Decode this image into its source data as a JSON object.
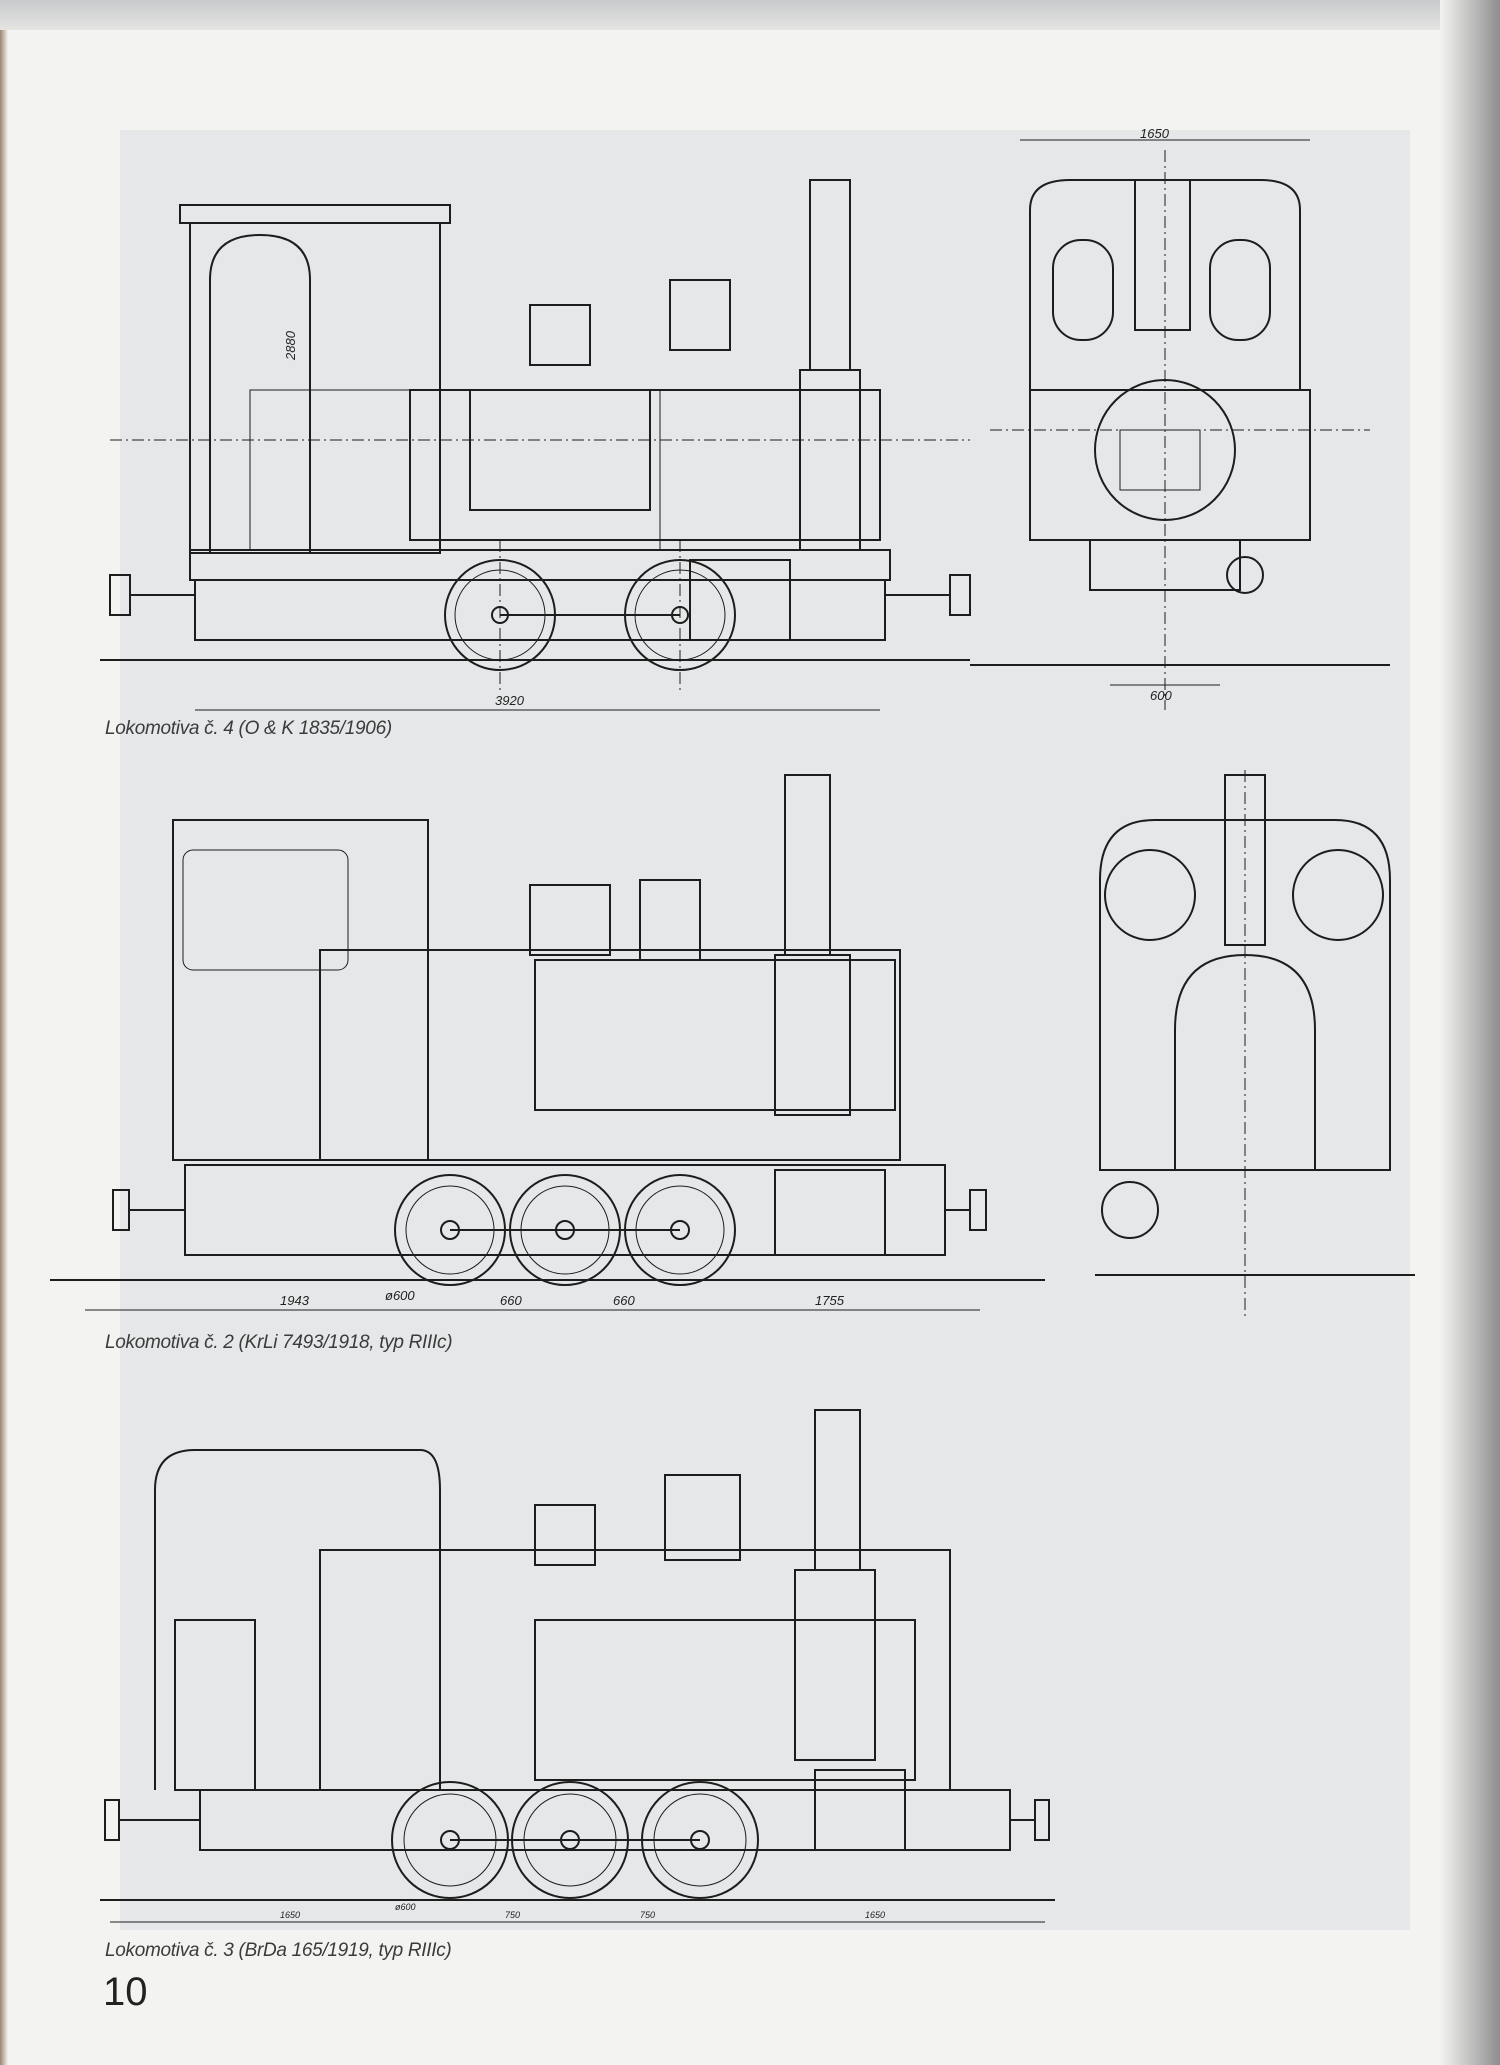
{
  "figures": [
    {
      "caption": "Lokomotiva č. 4 (O & K 1835/1906)",
      "dimensions": {
        "width_end_view": "1650",
        "height": "2880",
        "gauge": "600",
        "length": "3920"
      }
    },
    {
      "caption": "Lokomotiva č. 2 (KrLi 7493/1918, typ RIIIc)",
      "dimensions": {
        "wheel": "ø600",
        "segments": [
          "1943",
          "660",
          "660",
          "1755"
        ]
      }
    },
    {
      "caption": "Lokomotiva č. 3 (BrDa 165/1919, typ RIIIc)",
      "dimensions": {
        "wheel": "ø600",
        "segments": [
          "1650",
          "750",
          "750",
          "1650"
        ]
      }
    }
  ],
  "page_number": "10"
}
